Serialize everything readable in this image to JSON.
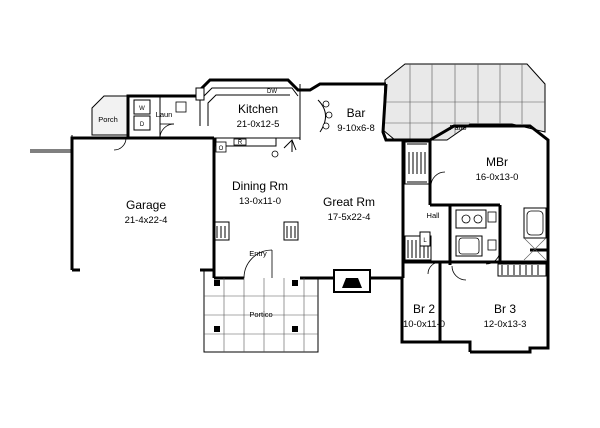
{
  "rooms": {
    "kitchen": {
      "name": "Kitchen",
      "dim": "21-0x12-5"
    },
    "bar": {
      "name": "Bar",
      "dim": "9-10x6-8"
    },
    "mbr": {
      "name": "MBr",
      "dim": "16-0x13-0"
    },
    "dining": {
      "name": "Dining Rm",
      "dim": "13-0x11-0"
    },
    "great": {
      "name": "Great Rm",
      "dim": "17-5x22-4"
    },
    "garage": {
      "name": "Garage",
      "dim": "21-4x22-4"
    },
    "br2": {
      "name": "Br 2",
      "dim": "10-0x11-0"
    },
    "br3": {
      "name": "Br 3",
      "dim": "12-0x13-3"
    }
  },
  "labels": {
    "patio": "Patio",
    "porch": "Porch",
    "laun": "Laun",
    "hall": "Hall",
    "entry": "Entry",
    "portico": "Portico",
    "washer": "W",
    "dryer": "D",
    "dishwasher": "DW",
    "range": "R",
    "fridge": "O",
    "linen": "L"
  }
}
